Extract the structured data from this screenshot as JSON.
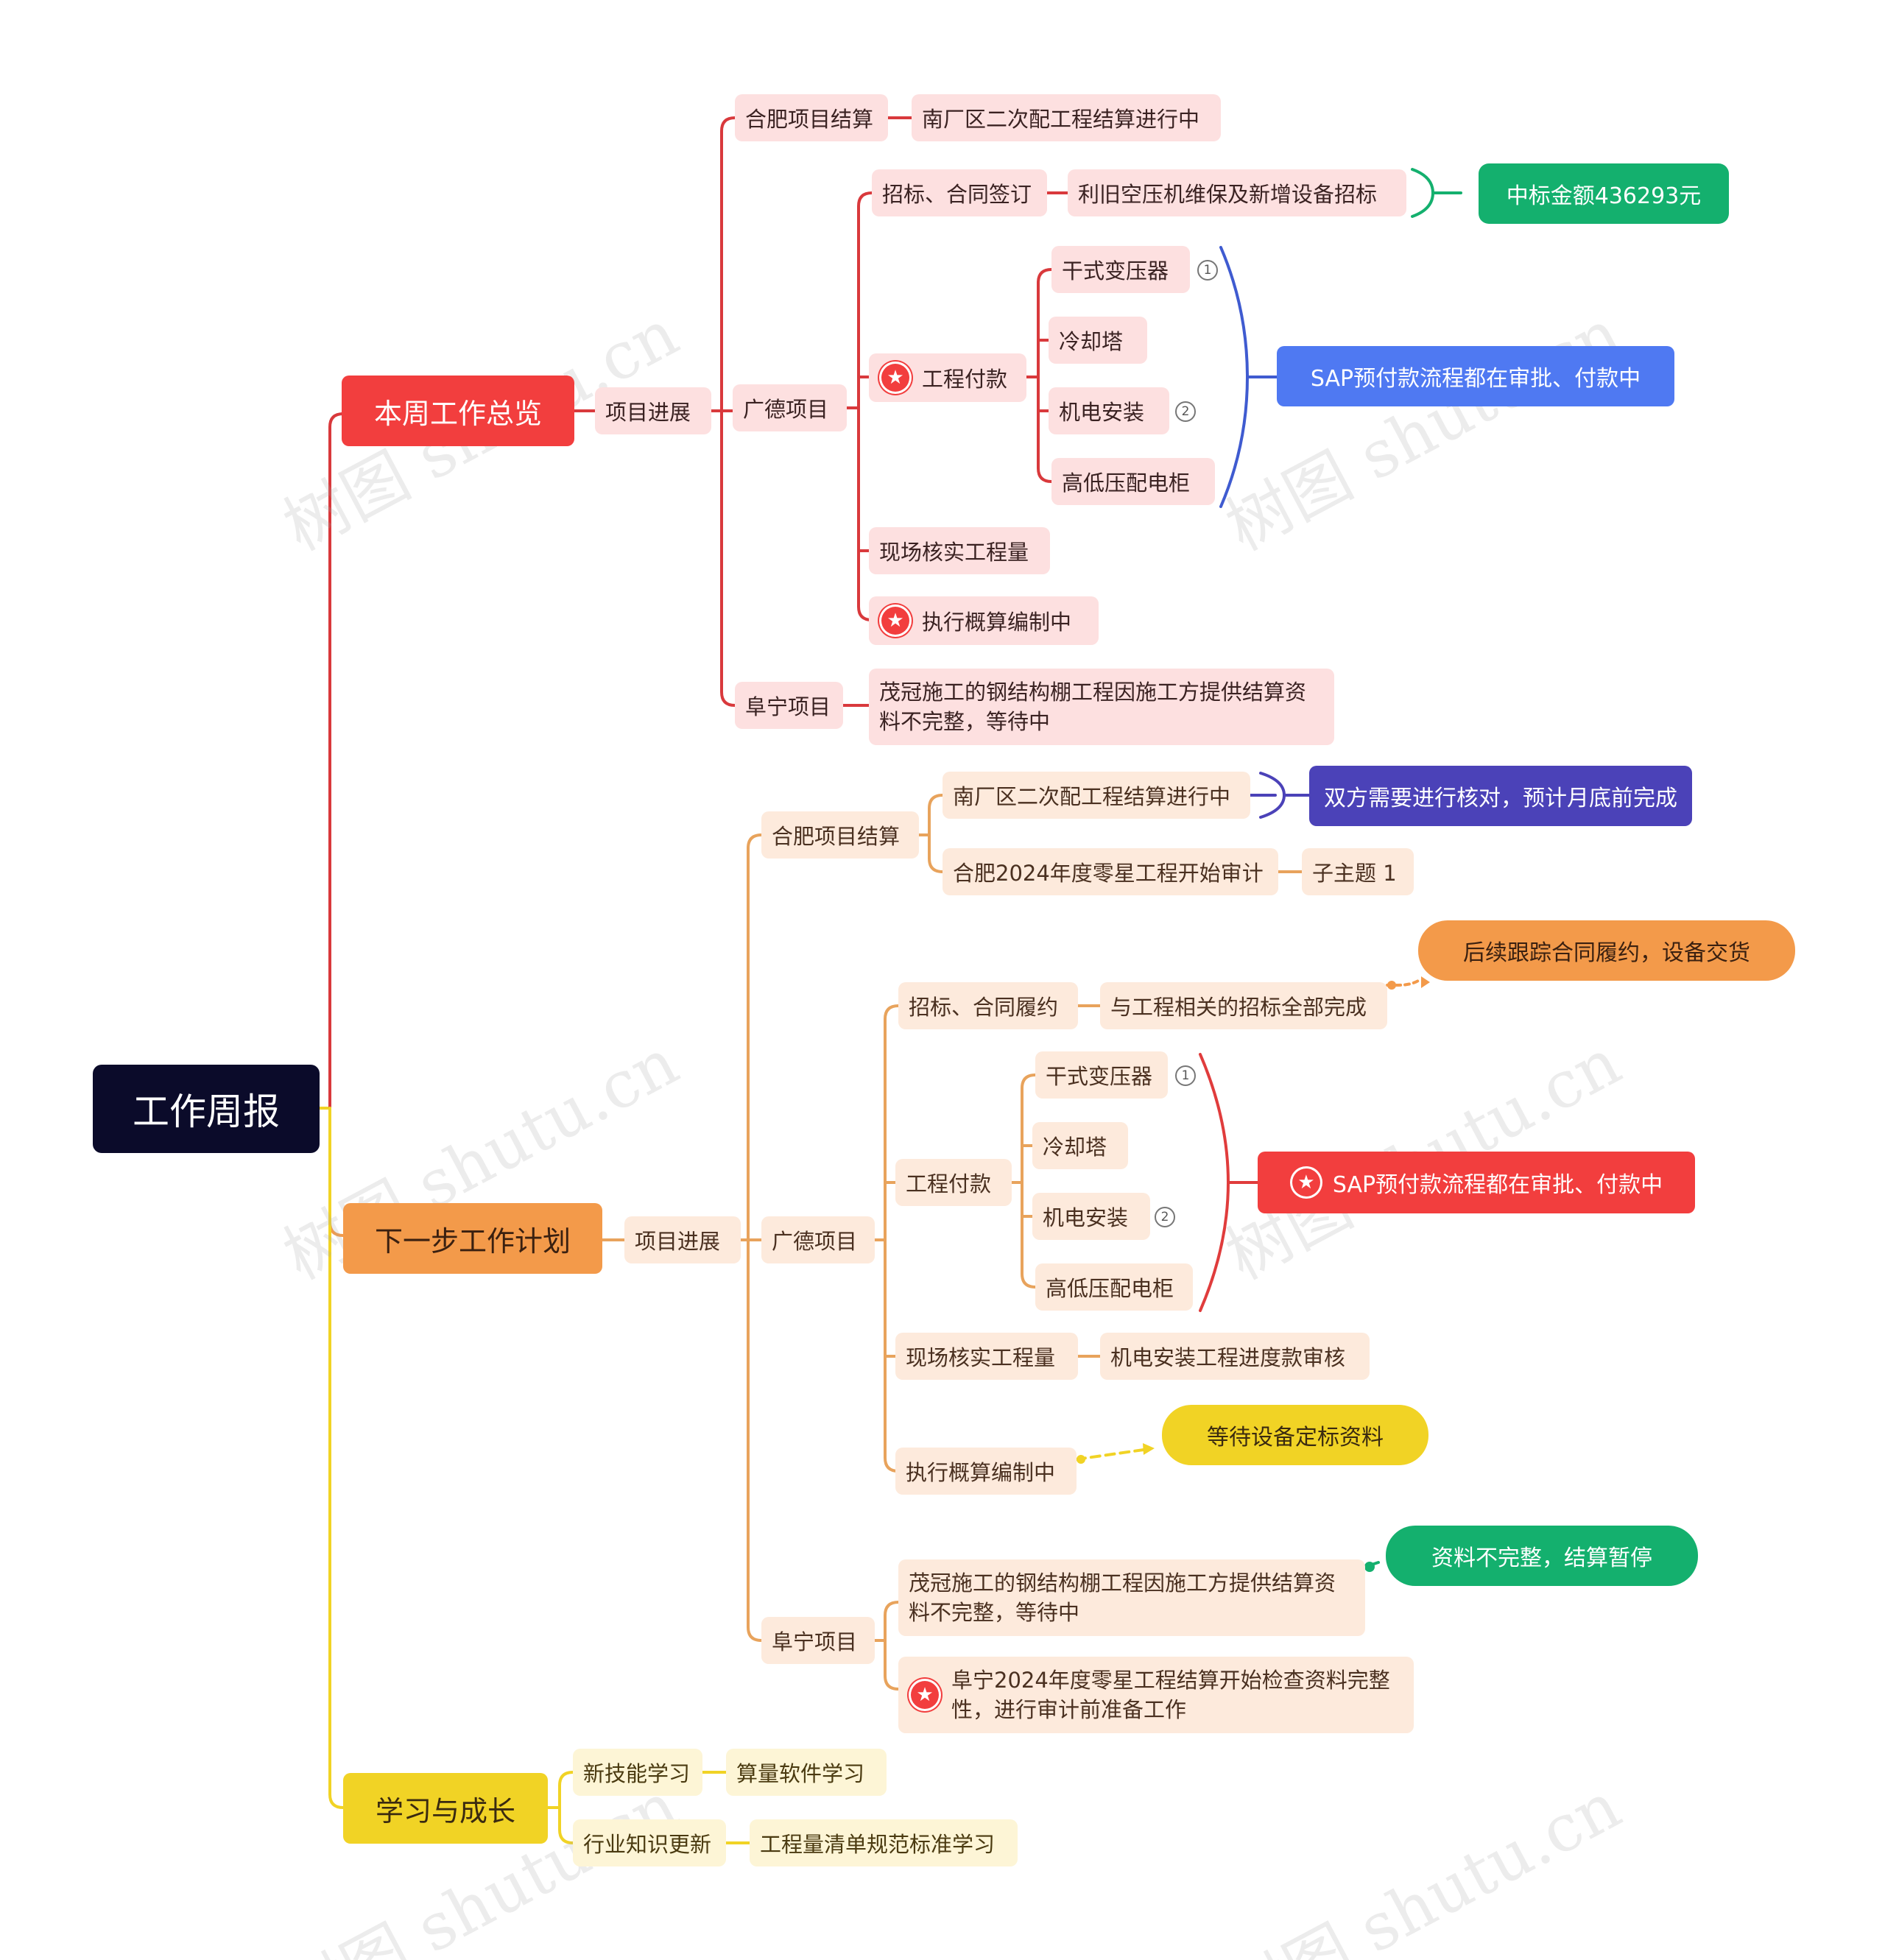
{
  "root": {
    "label": "工作周报"
  },
  "branch1": {
    "label": "本周工作总览",
    "progress": "项目进展",
    "hefei": {
      "label": "合肥项目结算",
      "item": "南厂区二次配工程结算进行中"
    },
    "guangde": {
      "label": "广德项目",
      "bid": {
        "label": "招标、合同签订",
        "item": "利旧空压机维保及新增设备招标",
        "summary": "中标金额436293元"
      },
      "payment": {
        "label": "工程付款",
        "items": [
          "干式变压器",
          "冷却塔",
          "机电安装",
          "高低压配电柜"
        ],
        "summary": "SAP预付款流程都在审批、付款中"
      },
      "site": "现场核实工程量",
      "budget": "执行概算编制中"
    },
    "funing": {
      "label": "阜宁项目",
      "item": "茂冠施工的钢结构棚工程因施工方提供结算资料不完整，等待中"
    }
  },
  "branch2": {
    "label": "下一步工作计划",
    "progress": "项目进展",
    "hefei": {
      "label": "合肥项目结算",
      "item1": "南厂区二次配工程结算进行中",
      "item1_summary": "双方需要进行核对，预计月底前完成",
      "item2": "合肥2024年度零星工程开始审计",
      "item2_child": "子主题 1"
    },
    "guangde": {
      "label": "广德项目",
      "bid": {
        "label": "招标、合同履约",
        "item": "与工程相关的招标全部完成",
        "callout": "后续跟踪合同履约，设备交货"
      },
      "payment": {
        "label": "工程付款",
        "items": [
          "干式变压器",
          "冷却塔",
          "机电安装",
          "高低压配电柜"
        ],
        "summary": "SAP预付款流程都在审批、付款中"
      },
      "site": {
        "label": "现场核实工程量",
        "item": "机电安装工程进度款审核"
      },
      "budget": {
        "label": "执行概算编制中",
        "callout": "等待设备定标资料"
      }
    },
    "funing": {
      "label": "阜宁项目",
      "item1": "茂冠施工的钢结构棚工程因施工方提供结算资料不完整，等待中",
      "item1_callout": "资料不完整，结算暂停",
      "item2": "阜宁2024年度零星工程结算开始检查资料完整性，进行审计前准备工作"
    }
  },
  "branch3": {
    "label": "学习与成长",
    "skill": {
      "label": "新技能学习",
      "item": "算量软件学习"
    },
    "industry": {
      "label": "行业知识更新",
      "item": "工程量清单规范标准学习"
    }
  },
  "markers": {
    "one": "1",
    "two": "2"
  },
  "icons": {
    "priority": "star-icon"
  },
  "watermark": "树图 shutu.cn",
  "colors": {
    "root": "#0b0b2a",
    "branch1": "#f23e3e",
    "branch2": "#f39a4a",
    "branch3": "#f1d325",
    "green": "#14b06e",
    "blue": "#4f79f2",
    "indigo": "#4b42b8"
  }
}
